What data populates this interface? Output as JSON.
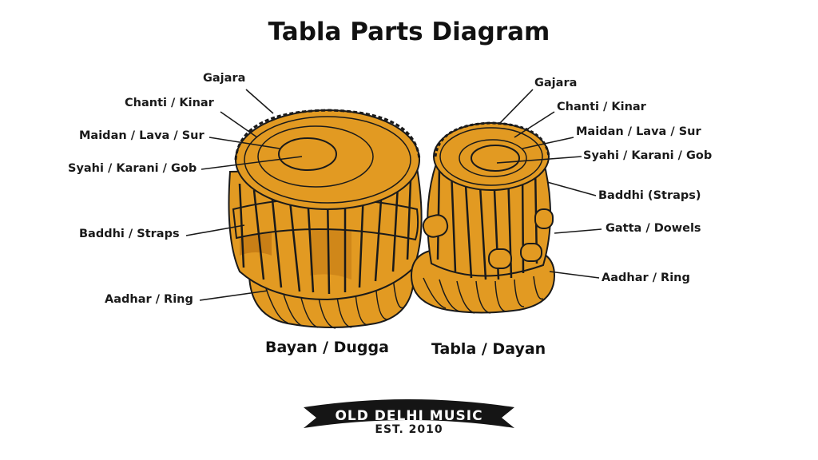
{
  "title": "Tabla Parts Diagram",
  "bayan": {
    "name": "Bayan / Dugga",
    "labels": [
      "Gajara",
      "Chanti / Kinar",
      "Maidan / Lava / Sur",
      "Syahi / Karani / Gob",
      "Baddhi / Straps",
      "Aadhar / Ring"
    ]
  },
  "dayan": {
    "name": "Tabla / Dayan",
    "labels": [
      "Gajara",
      "Chanti / Kinar",
      "Maidan / Lava / Sur",
      "Syahi / Karani / Gob",
      "Baddhi (Straps)",
      "Gatta / Dowels",
      "Aadhar / Ring"
    ]
  },
  "brand": {
    "name": "OLD DELHI MUSIC",
    "est": "EST. 2010"
  },
  "colors": {
    "drum_body": "#e29a22",
    "drum_shade": "#c97f16",
    "ink": "#1a1a1a"
  }
}
